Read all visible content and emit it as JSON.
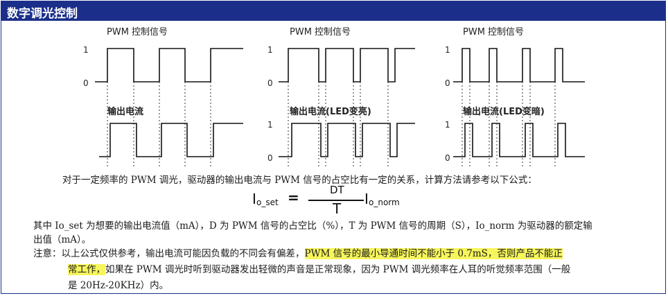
{
  "header": {
    "title": "数字调光控制"
  },
  "panels": [
    {
      "pwm_label": "PWM 控制信号",
      "out_label": "输出电流",
      "pwm_high": "1",
      "pwm_low": "0",
      "out_high": "",
      "out_low": ""
    },
    {
      "pwm_label": "PWM 控制信号",
      "out_label": "输出电流(LED变亮)",
      "pwm_high": "1",
      "pwm_low": "0",
      "out_high": "1",
      "out_low": "0"
    },
    {
      "pwm_label": "PWM 控制信号",
      "out_label": "输出电流(LED变暗)",
      "pwm_high": "1",
      "pwm_low": "0",
      "out_high": "1",
      "out_low": "0"
    }
  ],
  "intro": "对于一定频率的 PWM 调光，驱动器的输出电流与 PWM 信号的占空比有一定的关系，计算方法请参考以下公式：",
  "formula": {
    "lhs": "I",
    "lhs_sub": "o_set",
    "eq": "=",
    "num": "DT",
    "den": "T",
    "rhs": "I",
    "rhs_sub": "o_norm"
  },
  "desc_line1": "其中 Io_set 为想要的输出电流值（mA），D 为 PWM 信号的占空比（%），T 为 PWM 信号的周期（S），Io_norm 为驱动器的额定输",
  "desc_line2": "出值（mA）。",
  "note": {
    "prefix": "注意：以上公式仅供参考，输出电流可能因负载的不同会有偏差，",
    "highlight_a": "PWM 信号的最小导通时间不能小于 0.7mS，否则产品不能正",
    "highlight_b": "常工作，",
    "rest_a": "如果在 PWM 调光时听到驱动器发出轻微的声音是正常现象，因为 PWM 调光频率在人耳的听觉频率范围（一般",
    "rest_b": "是 20Hz-20KHz）内。",
    "highlight_color": "#f6f55c"
  },
  "colors": {
    "header_bg": "#1b2f8a",
    "header_text": "#ffffff"
  }
}
